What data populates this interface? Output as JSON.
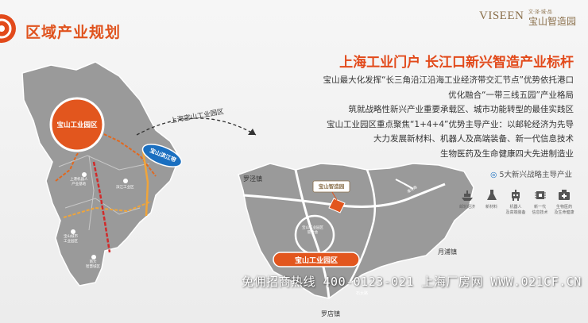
{
  "header": {
    "section_title": "区域产业规划",
    "brand_name": "VISEEN",
    "brand_sub": "文·泽·城·品",
    "brand_cn": "宝山智造园"
  },
  "intro": {
    "headline": "上海工业门户 长江口新兴智造产业标杆",
    "lines": [
      "宝山最大化发挥“长三角沿江沿海工业经济带交汇节点”优势依托港口",
      "优化融合“一带三线五园”产业格局",
      "筑就战略性新兴产业重要承载区、城市功能转型的最佳实践区",
      "宝山工业园区重点聚焦“1+4+4”优势主导产业：以邮轮经济为先导",
      "大力发展新材料、机器人及高端装备、新一代信息技术",
      "生物医药及生命健康四大先进制造业"
    ]
  },
  "left_map": {
    "park_label": "宝山工业园区",
    "river_label": "宝山滨江带",
    "sub_labels": [
      "上港机器人\n产业基地",
      "滨江工业区",
      "宝山城市\n工业园区",
      "南大\n智慧城区"
    ],
    "connector_label": "上海宝山工业园区"
  },
  "right_map": {
    "towns": [
      "罗泾镇",
      "月浦镇",
      "罗店镇"
    ],
    "park_label": "宝山工业园区",
    "project_label": "宝山智造园",
    "roads": [
      "潘泾路",
      "石太路"
    ],
    "center_label": "宝山工业园区\n管委会"
  },
  "industries": {
    "title": "5大新兴战略主导产业",
    "items": [
      {
        "label": "邮轮经济",
        "icon": "ship-icon"
      },
      {
        "label": "新材料",
        "icon": "flask-icon"
      },
      {
        "label": "机器人\n及高端装备",
        "icon": "robot-icon"
      },
      {
        "label": "新一代\n信息技术",
        "icon": "chip-icon"
      },
      {
        "label": "生物医药\n及生命健康",
        "icon": "medical-icon"
      }
    ]
  },
  "watermark": {
    "text": "免佣招商热线 400-0123-021 上海厂房网 WWW.021CF.CN"
  },
  "colors": {
    "accent": "#e24a1b",
    "map_gray": "#9a9a9a",
    "river_blue": "#1a6fc0"
  }
}
